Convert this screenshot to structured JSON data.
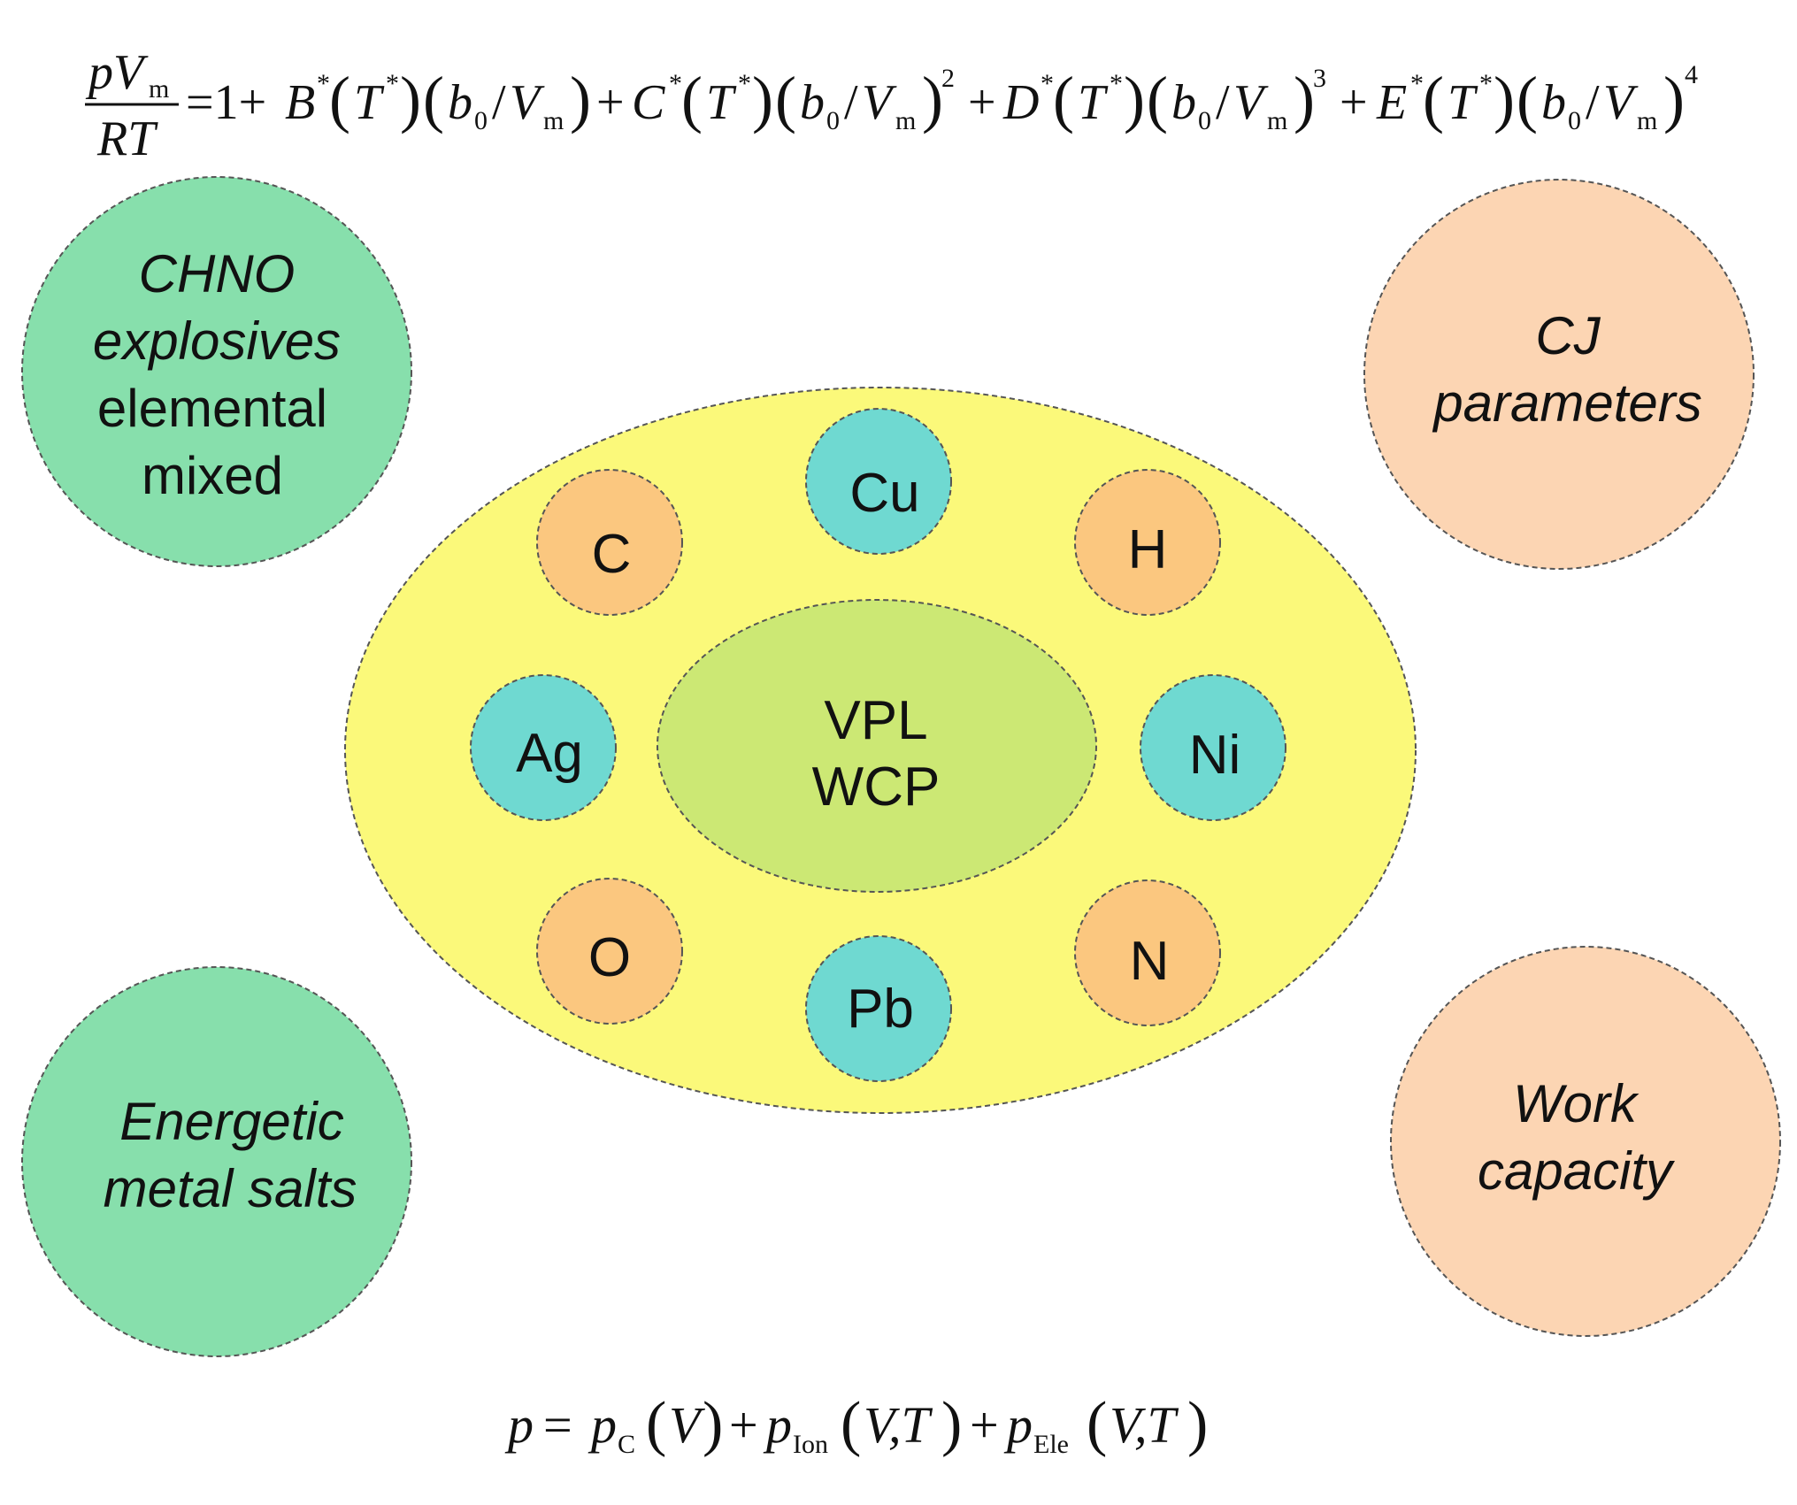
{
  "equations": {
    "top": {
      "lhs_num": "pV",
      "lhs_num_sub": "m",
      "lhs_den": "RT",
      "rhs_head": "=1+",
      "terms": [
        {
          "coef": "B",
          "power": ""
        },
        {
          "coef": "C",
          "power": "2"
        },
        {
          "coef": "D",
          "power": "3"
        },
        {
          "coef": "E",
          "power": "4"
        }
      ],
      "T": "T",
      "b": "b",
      "b_sub": "0",
      "V": "V",
      "V_sub": "m",
      "star": "*",
      "plus": "+"
    },
    "bottom": {
      "p": "p",
      "eq": "=",
      "plus": "+",
      "terms": [
        {
          "sym": "p",
          "sub": "C",
          "args": "V"
        },
        {
          "sym": "p",
          "sub": "Ion",
          "args": "V,T"
        },
        {
          "sym": "p",
          "sub": "Ele",
          "args": "V,T"
        }
      ]
    }
  },
  "outer_circles": {
    "top_left": {
      "lines": [
        "CHNO",
        "explosives",
        "elemental",
        "mixed"
      ],
      "italic": [
        true,
        true,
        false,
        false
      ]
    },
    "bottom_left": {
      "lines": [
        "Energetic",
        "metal salts"
      ]
    },
    "top_right": {
      "lines": [
        "CJ",
        "parameters"
      ]
    },
    "bottom_right": {
      "lines": [
        "Work",
        "capacity"
      ]
    }
  },
  "core": {
    "lines": [
      "VPL",
      "WCP"
    ]
  },
  "elements": {
    "cu": "Cu",
    "c": "C",
    "h": "H",
    "ag": "Ag",
    "ni": "Ni",
    "o": "O",
    "n": "N",
    "pb": "Pb"
  },
  "colors": {
    "green_circle": "#87dfac",
    "peach_circle": "#fcd5b3",
    "yellow_ellipse": "#fbf97a",
    "core_ellipse": "#cce874",
    "orange_element": "#fbc77f",
    "teal_element": "#6fd9d1",
    "outline": "#555555"
  }
}
